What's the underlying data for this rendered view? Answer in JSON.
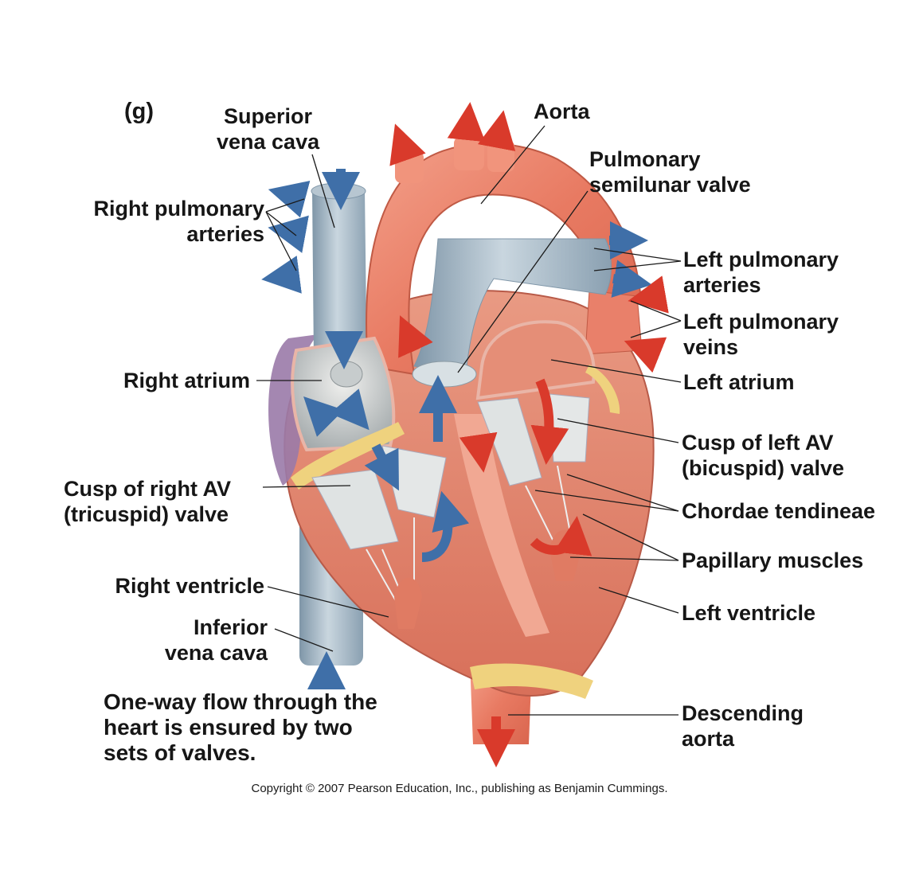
{
  "figure_tag": "(g)",
  "labels": {
    "superior_vena_cava": [
      "Superior",
      "vena cava"
    ],
    "aorta": [
      "Aorta"
    ],
    "pulmonary_semilunar_valve": [
      "Pulmonary",
      "semilunar valve"
    ],
    "right_pulmonary_arteries": [
      "Right pulmonary",
      "arteries"
    ],
    "left_pulmonary_arteries": [
      "Left pulmonary",
      "arteries"
    ],
    "left_pulmonary_veins": [
      "Left pulmonary",
      "veins"
    ],
    "right_atrium": [
      "Right atrium"
    ],
    "left_atrium": [
      "Left atrium"
    ],
    "cusp_left_av": [
      "Cusp of left AV",
      "(bicuspid) valve"
    ],
    "cusp_right_av": [
      "Cusp of right AV",
      "(tricuspid) valve"
    ],
    "chordae_tendineae": [
      "Chordae tendineae"
    ],
    "papillary_muscles": [
      "Papillary muscles"
    ],
    "right_ventricle": [
      "Right ventricle"
    ],
    "left_ventricle": [
      "Left ventricle"
    ],
    "inferior_vena_cava": [
      "Inferior",
      "vena cava"
    ],
    "descending_aorta": [
      "Descending",
      "aorta"
    ]
  },
  "caption": [
    "One-way flow through the",
    "heart is ensured by two",
    "sets of valves."
  ],
  "copyright": "Copyright © 2007 Pearson Education, Inc., publishing as Benjamin Cummings.",
  "colors": {
    "deoxygenated_arrow": "#3f6fa8",
    "oxygenated_arrow": "#d93a2b",
    "vessel_blue": "#9fb3c2",
    "myocardium": "#e28a72",
    "aorta": "#ee8a74",
    "fat": "#efd27e",
    "right_atrium_wall": "#9a7aa8"
  }
}
